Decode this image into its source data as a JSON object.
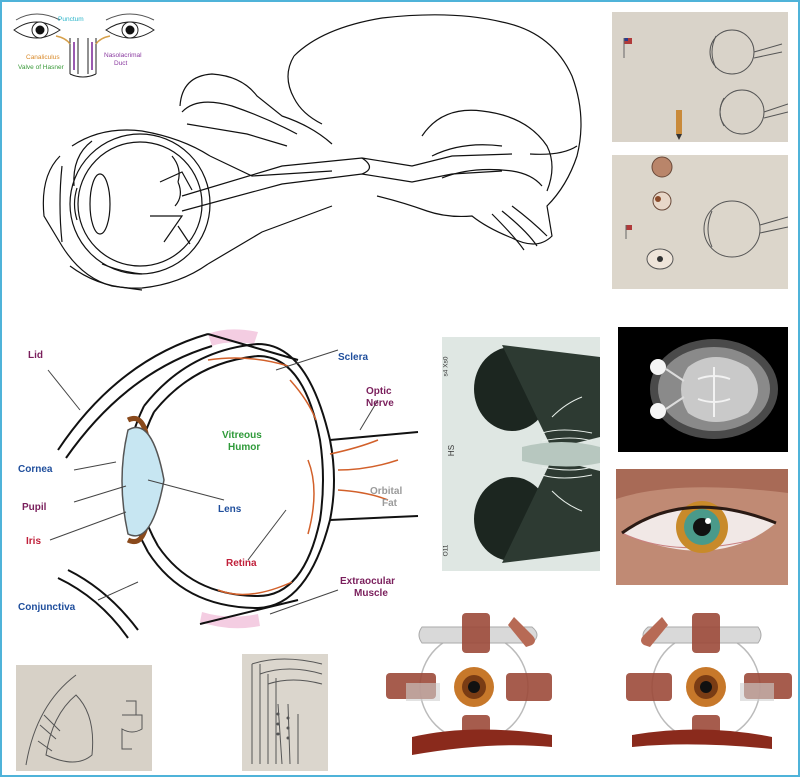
{
  "lacrimal": {
    "punctum": "Punctum",
    "canaliculus": "Canaliculus",
    "valve": "Valve of Hasner",
    "nasolacrimal_1": "Nasolacrimal",
    "nasolacrimal_2": "Duct"
  },
  "eye_diagram": {
    "lid": "Lid",
    "sclera": "Sclera",
    "optic_1": "Optic",
    "optic_2": "Nerve",
    "vitreous_1": "Vitreous",
    "vitreous_2": "Humor",
    "cornea": "Cornea",
    "orbital_1": "Orbital",
    "orbital_2": "Fat",
    "pupil": "Pupil",
    "lens": "Lens",
    "iris": "Iris",
    "retina": "Retina",
    "extraocular_1": "Extraocular",
    "extraocular_2": "Muscle",
    "conjunctiva": "Conjunctiva"
  },
  "mri": {
    "side_text": "HS",
    "corner_text_top": "s4 Xs0",
    "corner_text_bottom": "O11"
  },
  "colors": {
    "border": "#4fb3d9",
    "label_purple": "#7a1f5c",
    "label_blue": "#1f4e9c",
    "label_green": "#2f9a3a",
    "label_red": "#c0203a",
    "label_gray": "#9a9a9a",
    "muscle": "#9c4a3a",
    "iris": "#8a4a1c"
  }
}
